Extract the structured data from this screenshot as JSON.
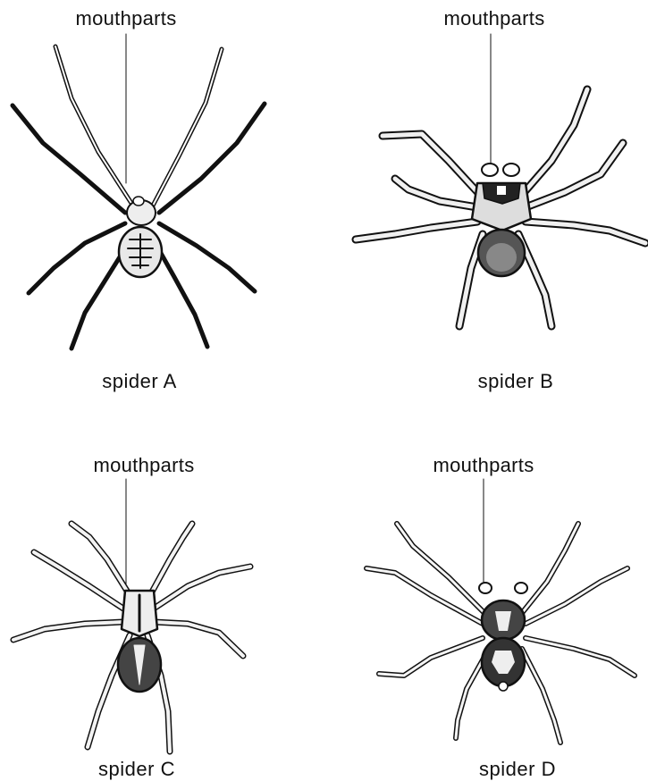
{
  "figure": {
    "panels": [
      {
        "id": "A",
        "pointer_label": "mouthparts",
        "caption": "spider A"
      },
      {
        "id": "B",
        "pointer_label": "mouthparts",
        "caption": "spider B"
      },
      {
        "id": "C",
        "pointer_label": "mouthparts",
        "caption": "spider C"
      },
      {
        "id": "D",
        "pointer_label": "mouthparts",
        "caption": "spider D"
      }
    ]
  }
}
